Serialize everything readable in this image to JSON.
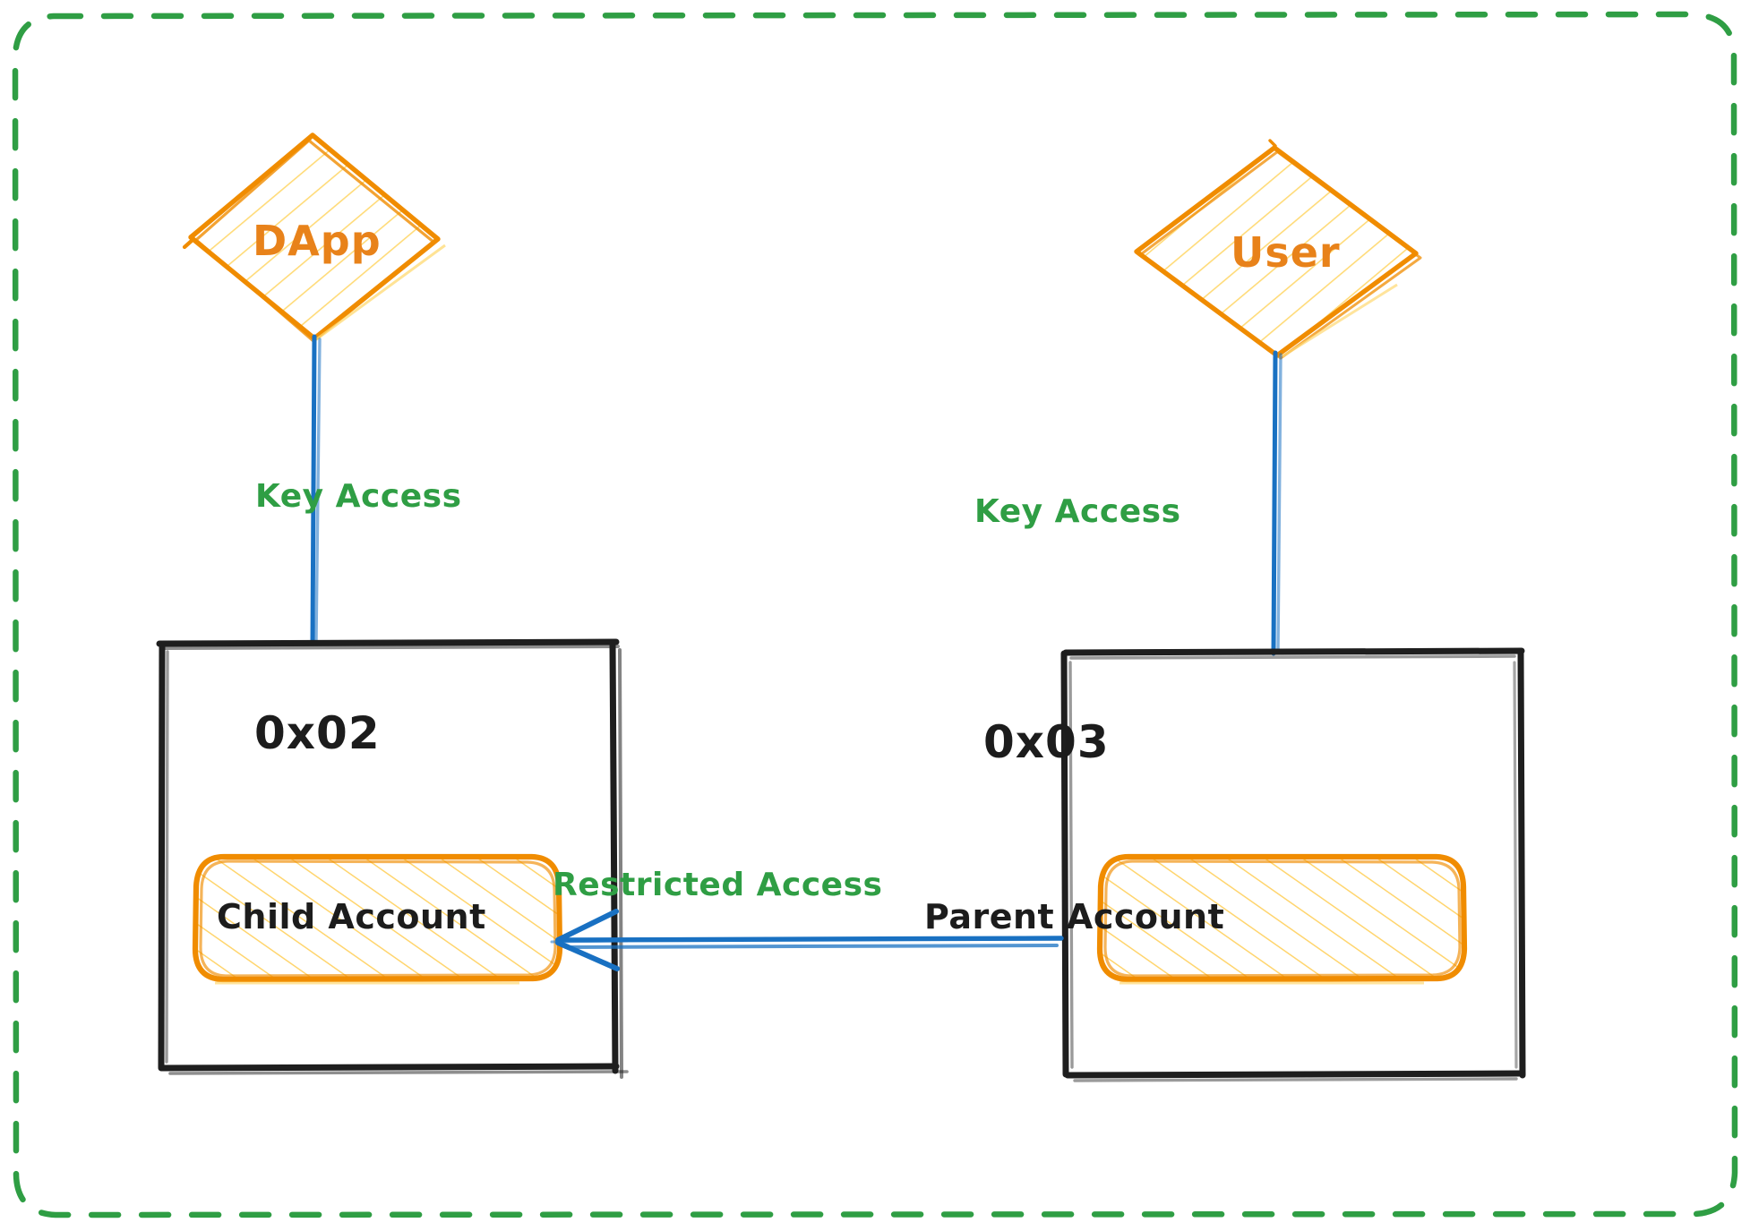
{
  "diagram": {
    "title": "Parent-Child Account Access Diagram",
    "style": "hand-drawn sketch",
    "boundary": {
      "name": "outer-boundary",
      "stroke_style": "dashed",
      "color": "#2f9e44"
    },
    "colors": {
      "accent_orange": "#f08c00",
      "hachure_orange": "#ffd972",
      "edge_blue": "#1971c2",
      "label_green": "#2f9e44",
      "box_black": "#1e1e1e",
      "background": "#ffffff"
    }
  },
  "nodes": {
    "dapp": {
      "label": "DApp",
      "shape": "diamond"
    },
    "user": {
      "label": "User",
      "shape": "diamond"
    },
    "account_02": {
      "label": "0x02",
      "shape": "rectangle"
    },
    "account_03": {
      "label": "0x03",
      "shape": "rectangle"
    },
    "child_account": {
      "label": "Child Account",
      "shape": "rounded-rectangle"
    },
    "parent_account": {
      "label": "Parent Account",
      "shape": "rounded-rectangle"
    }
  },
  "edges": [
    {
      "id": "dapp-to-0x02",
      "label": "Key Access",
      "from": "dapp",
      "to": "account_02",
      "color": "#1971c2",
      "arrow": false
    },
    {
      "id": "user-to-0x03",
      "label": "Key Access",
      "from": "user",
      "to": "account_03",
      "color": "#1971c2",
      "arrow": false
    },
    {
      "id": "parent-to-child",
      "label": "Restricted Access",
      "from": "parent_account",
      "to": "child_account",
      "color": "#1971c2",
      "arrow": true
    }
  ]
}
